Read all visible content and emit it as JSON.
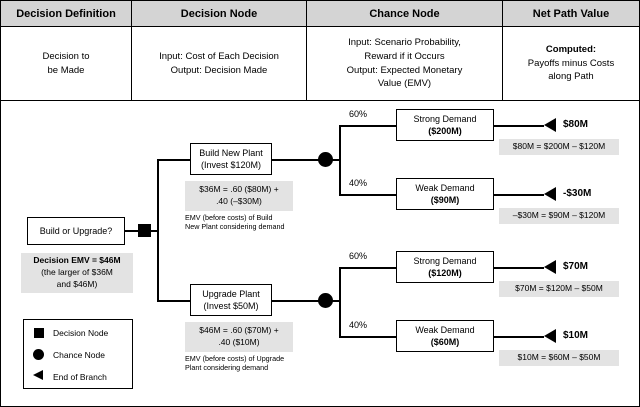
{
  "header": {
    "columns": [
      {
        "title": "Decision Definition",
        "body_lines": [
          {
            "text": "Decision to",
            "bold": false
          },
          {
            "text": "be Made",
            "bold": false
          }
        ]
      },
      {
        "title": "Decision Node",
        "body_lines": [
          {
            "text": "Input: Cost of Each Decision",
            "bold": false
          },
          {
            "text": "Output: Decision Made",
            "bold": false
          }
        ]
      },
      {
        "title": "Chance Node",
        "body_lines": [
          {
            "text": "Input: Scenario Probability,",
            "bold": false
          },
          {
            "text": "Reward if it Occurs",
            "bold": false
          },
          {
            "text": "Output: Expected Monetary",
            "bold": false
          },
          {
            "text": "Value (EMV)",
            "bold": false
          }
        ]
      },
      {
        "title": "Net Path Value",
        "body_lines": [
          {
            "text": "Computed:",
            "bold": true
          },
          {
            "text": "Payoffs minus Costs",
            "bold": false
          },
          {
            "text": "along Path",
            "bold": false
          }
        ]
      }
    ]
  },
  "tree": {
    "root": {
      "label_line1": "Build or Upgrade?",
      "note_line1": "Decision EMV = $46M",
      "note_line2": "(the larger of $36M",
      "note_line3": "and $46M)"
    },
    "branch_top": {
      "box_line1": "Build New Plant",
      "box_line2": "(Invest $120M)",
      "emv_line1": "$36M = .60 ($80M) +",
      "emv_line2": ".40 (–$30M)",
      "caption_line1": "EMV (before costs) of Build",
      "caption_line2": "New Plant considering demand",
      "outcomes": [
        {
          "probability": "60%",
          "name": "Strong Demand",
          "value": "($200M)",
          "payoff": "$80M",
          "calc": "$80M = $200M – $120M"
        },
        {
          "probability": "40%",
          "name": "Weak Demand",
          "value": "($90M)",
          "payoff": "-$30M",
          "calc": "–$30M = $90M – $120M"
        }
      ]
    },
    "branch_bottom": {
      "box_line1": "Upgrade Plant",
      "box_line2": "(Invest $50M)",
      "emv_line1": "$46M = .60 ($70M) +",
      "emv_line2": ".40 ($10M)",
      "caption_line1": "EMV (before costs) of Upgrade",
      "caption_line2": "Plant considering demand",
      "outcomes": [
        {
          "probability": "60%",
          "name": "Strong Demand",
          "value": "($120M)",
          "payoff": "$70M",
          "calc": "$70M = $120M – $50M"
        },
        {
          "probability": "40%",
          "name": "Weak Demand",
          "value": "($60M)",
          "payoff": "$10M",
          "calc": "$10M = $60M – $50M"
        }
      ]
    }
  },
  "legend": {
    "items": [
      {
        "glyph": "square",
        "label": "Decision Node"
      },
      {
        "glyph": "circle",
        "label": "Chance Node"
      },
      {
        "glyph": "triangle",
        "label": "End of Branch"
      }
    ]
  },
  "colors": {
    "header_fill": "#d4d4d4",
    "note_fill": "#e3e3e3",
    "stroke": "#000000"
  }
}
